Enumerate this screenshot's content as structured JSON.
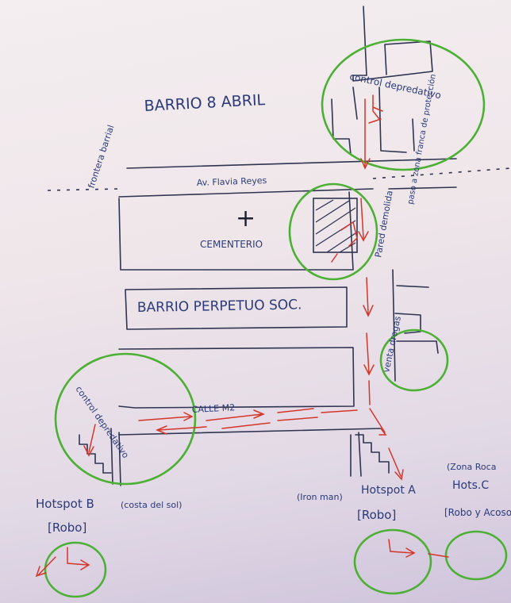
{
  "map": {
    "labels": {
      "barrio_8_abril": "BARRIO 8 ABRIL",
      "frontera_barrial": "frontera barrial",
      "av_flavia_reyes": "Av. Flavia Reyes",
      "cementerio": "CEMENTERIO",
      "barrio_perpetuo": "BARRIO PERPETUO SOC.",
      "control_depredativo_top": "control depredativo",
      "paso_zona": "paso a zona franca de protección",
      "pared_demolida": "Pared demolida",
      "venta_drogas": "venta drogas",
      "control_depredativo_left": "control depredativo",
      "calle_m2": "CALLE M2",
      "hotspot_b": "Hotspot B",
      "costa_del_sol": "(costa del sol)",
      "robo_b": "[Robo]",
      "iron_man": "(Iron man)",
      "hotspot_a": "Hotspot A",
      "robo_a": "[Robo]",
      "zona_roca": "(Zona Roca",
      "hots_c": "Hots.C",
      "robo_y_acoso": "[Robo y Acoso]",
      "cross": "+"
    },
    "colors": {
      "paper": "#efe7ea",
      "ink_blue": "#2b3a78",
      "ink_black": "#2f3450",
      "marker_green": "#4cb034",
      "marker_red": "#d5362a"
    }
  }
}
